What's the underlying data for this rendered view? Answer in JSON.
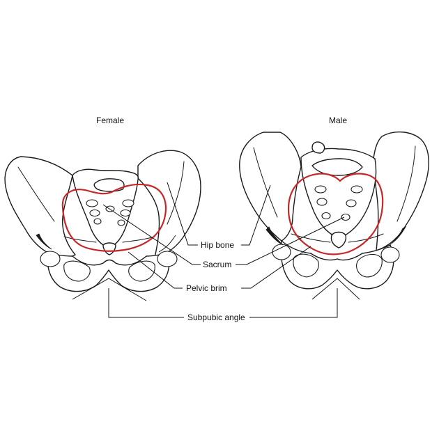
{
  "titles": {
    "female": "Female",
    "male": "Male"
  },
  "labels": {
    "hip_bone": "Hip bone",
    "sacrum": "Sacrum",
    "pelvic_brim": "Pelvic brim",
    "subpubic_angle": "Subpubic angle"
  },
  "colors": {
    "pelvic_brim_outline": "#c62828",
    "line_art": "#1a1a1a",
    "background": "#ffffff"
  }
}
